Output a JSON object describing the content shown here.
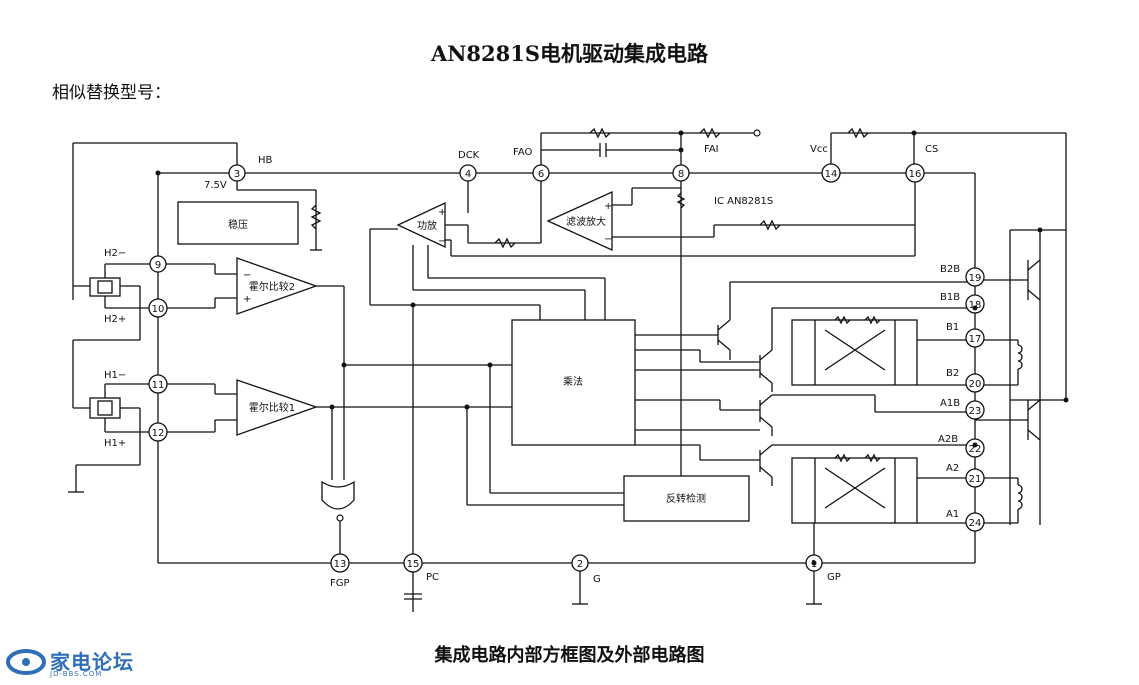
{
  "title": "AN8281S电机驱动集成电路",
  "subtitle": "相似替换型号：",
  "caption": "集成电路内部方框图及外部电路图",
  "ic_label": "IC  AN8281S",
  "blocks": {
    "regulator": "稳压",
    "power_amp": "功放",
    "filter_amp": "滤波放大",
    "hall_comp2": "霍尔比较2",
    "hall_comp1": "霍尔比较1",
    "multiplier": "乘法",
    "reverse_detect": "反转检测"
  },
  "pins": [
    {
      "num": "3",
      "label": "HB"
    },
    {
      "num": "4",
      "label": "DCK"
    },
    {
      "num": "6",
      "label": "FAO"
    },
    {
      "num": "8",
      "label": ""
    },
    {
      "num": "14",
      "label": "Vcc"
    },
    {
      "num": "16",
      "label": "CS"
    },
    {
      "num": "9",
      "label": "H2−"
    },
    {
      "num": "10",
      "label": "H2+"
    },
    {
      "num": "11",
      "label": "H1−"
    },
    {
      "num": "12",
      "label": "H1+"
    },
    {
      "num": "19",
      "label": "B2B"
    },
    {
      "num": "18",
      "label": "B1B"
    },
    {
      "num": "17",
      "label": "B1"
    },
    {
      "num": "20",
      "label": "B2"
    },
    {
      "num": "23",
      "label": "A1B"
    },
    {
      "num": "22",
      "label": "A2B"
    },
    {
      "num": "21",
      "label": "A2"
    },
    {
      "num": "24",
      "label": "A1"
    },
    {
      "num": "13",
      "label": "FGP"
    },
    {
      "num": "15",
      "label": "PC"
    },
    {
      "num": "2",
      "label": "G"
    },
    {
      "num": "1",
      "label": "GP"
    }
  ],
  "labels": {
    "v75": "7.5V",
    "fai": "FAI"
  },
  "logo": {
    "text": "家电论坛",
    "url": "JD-BBS.COM",
    "color": "#2f6fb7"
  }
}
